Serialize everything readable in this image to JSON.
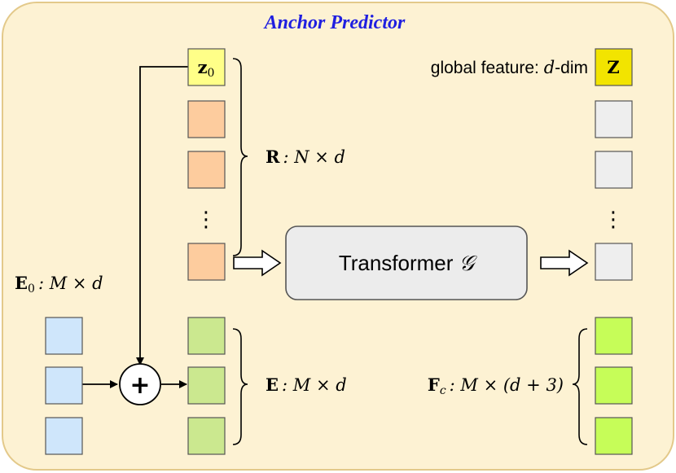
{
  "title": "Anchor Predictor",
  "colors": {
    "panel_bg": "#fdf2d3",
    "panel_border": "#e3c98a",
    "z_token": "#ffff88",
    "global_token": "#f2e400",
    "register_token": "#fdcc9e",
    "output_gray": "#eeeeee",
    "input_blue": "#cfe6fb",
    "sum_green": "#cbe88f",
    "output_green": "#c6fd58",
    "transformer_fill": "#ececec"
  },
  "labels": {
    "z0_base": "z",
    "z0_sub": "0",
    "R_sym": "R",
    "R_dims": ": N × d",
    "E0_sym": "E",
    "E0_sub": "0",
    "E0_dims": ": M × d",
    "E_sym": "E",
    "E_dims": ": M × d",
    "Fc_sym": "F",
    "Fc_sub": "c",
    "Fc_dims": ": M × (d + 3)",
    "global_prefix": "global feature: ",
    "global_d": "d",
    "global_suffix": "-dim",
    "global_token": "Z",
    "transformer_name": "Transformer ",
    "transformer_symbol": "𝒢",
    "plus": "+",
    "ellipsis": "⋮"
  },
  "icons": {
    "sum_operator": "plus-circle-icon",
    "flow_arrow": "hollow-right-arrow-icon"
  }
}
